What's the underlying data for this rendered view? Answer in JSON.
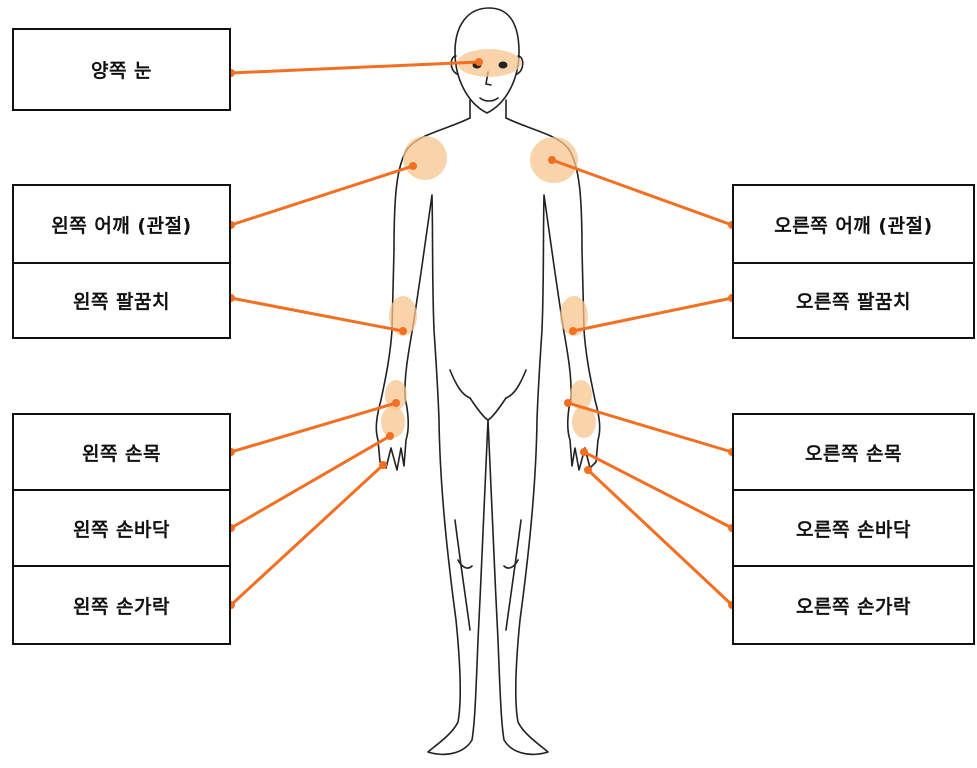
{
  "colors": {
    "connector": "#f36f21",
    "highlight": "#f7c48d",
    "outline": "#222222",
    "box_border": "#111111"
  },
  "body_parts": {
    "both_eyes": "양쪽 눈",
    "left_shoulder": "왼쪽 어깨 (관절)",
    "left_elbow": "왼쪽 팔꿈치",
    "left_wrist": "왼쪽 손목",
    "left_palm": "왼쪽 손바닥",
    "left_fingers": "왼쪽 손가락",
    "right_shoulder": "오른쪽 어깨 (관절)",
    "right_elbow": "오른쪽 팔꿈치",
    "right_wrist": "오른쪽 손목",
    "right_palm": "오른쪽 손바닥",
    "right_fingers": "오른쪽 손가락"
  }
}
